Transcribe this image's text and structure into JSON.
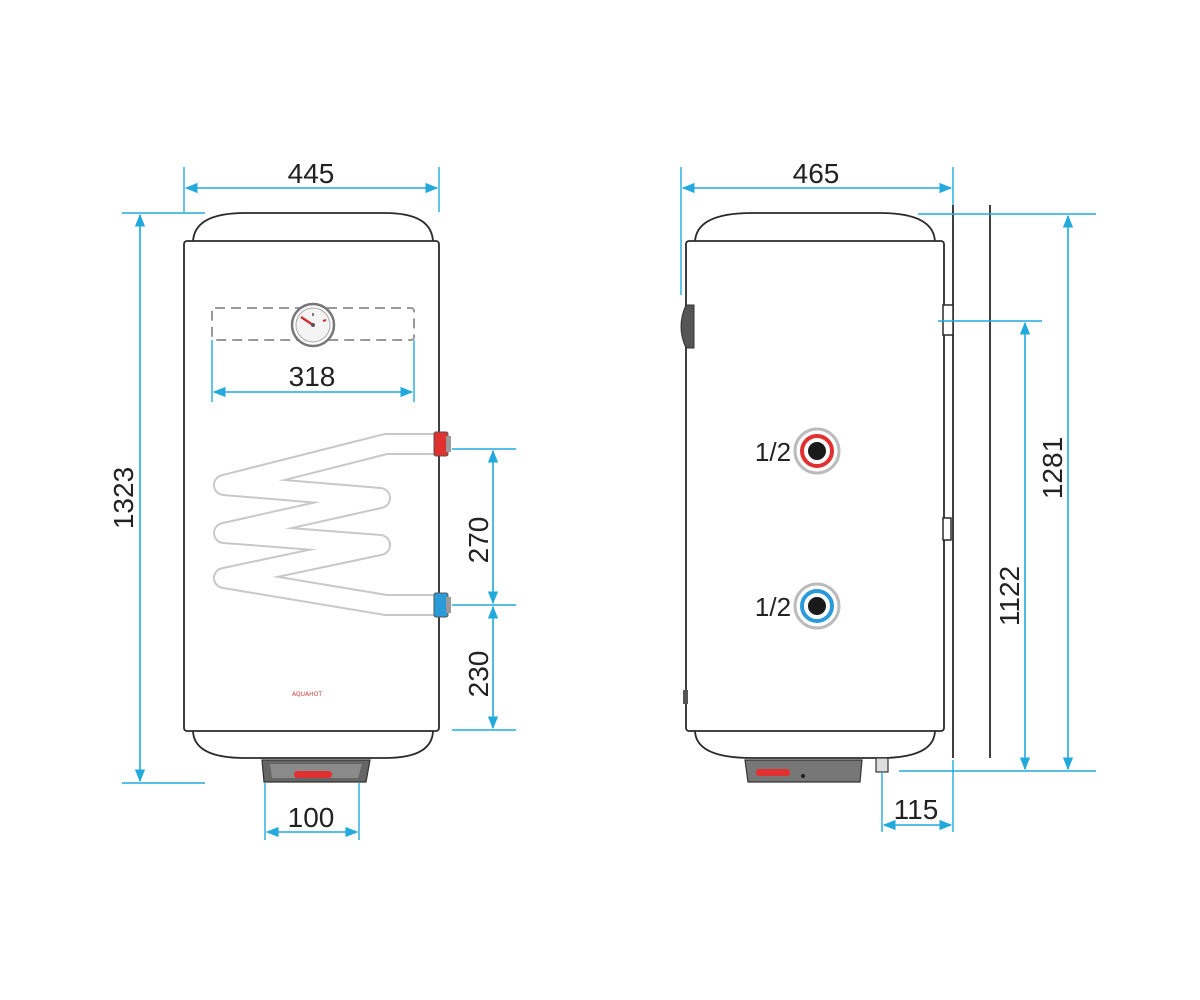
{
  "front_view": {
    "dimensions": {
      "width": "445",
      "height": "1323",
      "thermometer_zone": "318",
      "coil_spacing": "270",
      "lower_pipe": "230",
      "flange_width": "100"
    },
    "brand": "AQUAHOT"
  },
  "side_view": {
    "dimensions": {
      "depth": "465",
      "total_height": "1281",
      "mount_height": "1122",
      "bottom_offset": "115"
    },
    "connections": {
      "hot_label": "1/2",
      "cold_label": "1/2"
    }
  },
  "colors": {
    "dimension_line": "#22aadd",
    "hot": "#e03030",
    "cold": "#2a9ad8",
    "outline": "#2a2a2a"
  }
}
